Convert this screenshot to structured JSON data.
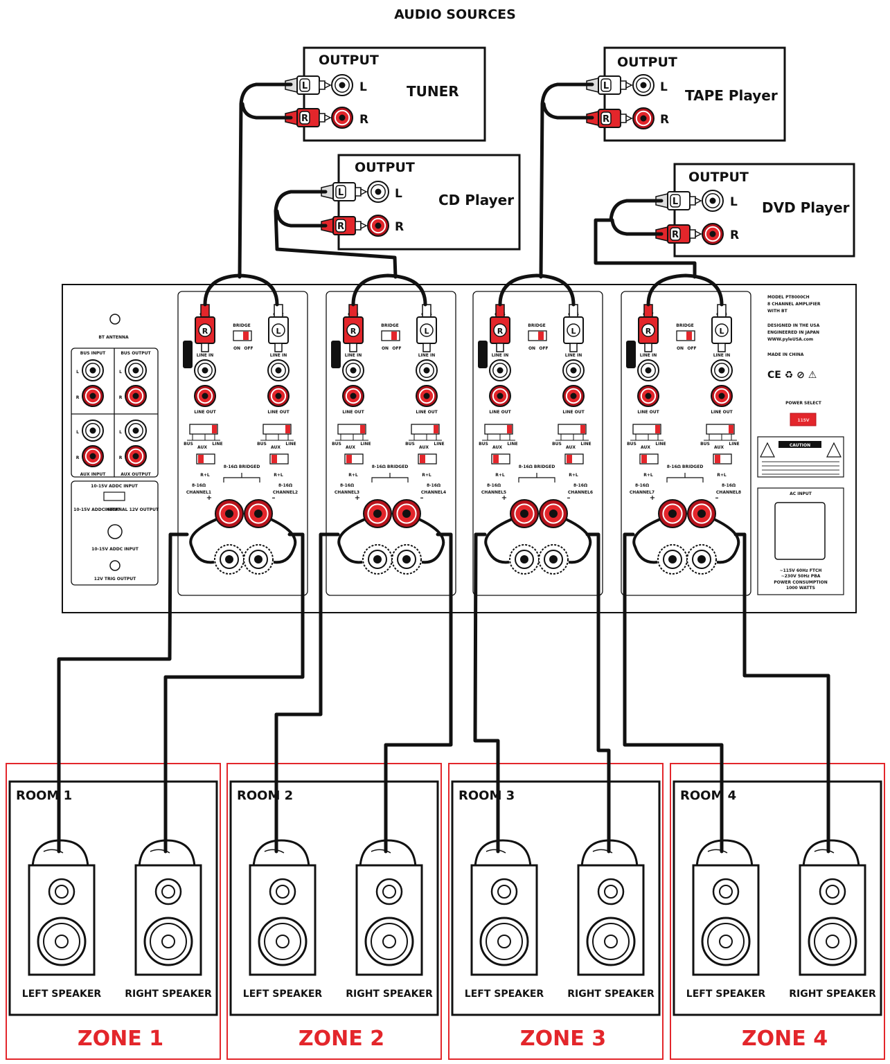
{
  "title": "AUDIO SOURCES",
  "sources": [
    {
      "name": "TUNER",
      "output_label": "OUTPUT",
      "left_label": "L",
      "right_label": "R",
      "plug_left": "L",
      "plug_right": "R"
    },
    {
      "name": "CD Player",
      "output_label": "OUTPUT",
      "left_label": "L",
      "right_label": "R",
      "plug_left": "L",
      "plug_right": "R"
    },
    {
      "name": "TAPE Player",
      "output_label": "OUTPUT",
      "left_label": "L",
      "right_label": "R",
      "plug_left": "L",
      "plug_right": "R"
    },
    {
      "name": "DVD Player",
      "output_label": "OUTPUT",
      "left_label": "L",
      "right_label": "R",
      "plug_left": "L",
      "plug_right": "R"
    }
  ],
  "amplifier": {
    "bt_antenna": "BT ANTENNA",
    "bus_input": "BUS INPUT",
    "bus_output": "BUS OUTPUT",
    "aux_input": "AUX INPUT",
    "aux_output": "AUX OUTPUT",
    "dc_input_top": "10-15V ADDC INPUT",
    "dc_in_left": "10-15V ADDC INPUT",
    "dc_in_right": "INTERNAL 12V OUTPUT",
    "dc_input_bottom": "10-15V ADDC INPUT",
    "trigger_output": "12V TRIG OUTPUT",
    "bridge": "BRIDGE",
    "on": "ON",
    "off": "OFF",
    "line_in": "LINE IN",
    "line_out": "LINE OUT",
    "bridged": "8-16Ω BRIDGED",
    "ohm": "8-16Ω",
    "r_plus_l": "R+L",
    "bus": "BUS",
    "aux": "AUX",
    "line": "LINE",
    "channels": [
      "CH 1",
      "CH 2",
      "CH 3",
      "CH 4",
      "CH 5",
      "CH 6",
      "CH 7",
      "CH 8"
    ],
    "channel_names": [
      "CHANNEL1",
      "CHANNEL2",
      "CHANNEL3",
      "CHANNEL4",
      "CHANNEL5",
      "CHANNEL6",
      "CHANNEL7",
      "CHANNEL8"
    ],
    "model": "MODEL PT8000CH",
    "model_desc": "8 CHANNEL AMPLIFIER",
    "with_bt": "WITH BT",
    "designed": "DESIGNED IN THE USA",
    "engineered": "ENGINEERED IN JAPAN",
    "website": "WWW.pyleUSA.com",
    "made_in": "MADE IN CHINA",
    "cert_marks": "CE ♻ ⊘ ⚠",
    "power_select": "POWER SELECT",
    "power_value": "115V",
    "caution": "CAUTION",
    "ac_input": "AC INPUT",
    "ac_spec1": "~115V 60Hz FTCH",
    "ac_spec2": "~230V 50Hz PBA",
    "ac_spec3": "POWER CONSUMPTION",
    "ac_spec4": "1000 WATTS"
  },
  "rooms": [
    {
      "room": "ROOM 1",
      "zone": "ZONE 1",
      "left": "LEFT SPEAKER",
      "right": "RIGHT SPEAKER"
    },
    {
      "room": "ROOM 2",
      "zone": "ZONE 2",
      "left": "LEFT SPEAKER",
      "right": "RIGHT SPEAKER"
    },
    {
      "room": "ROOM 3",
      "zone": "ZONE 3",
      "left": "LEFT SPEAKER",
      "right": "RIGHT SPEAKER"
    },
    {
      "room": "ROOM 4",
      "zone": "ZONE 4",
      "left": "LEFT SPEAKER",
      "right": "RIGHT SPEAKER"
    }
  ],
  "colors": {
    "red": "#e3262b",
    "dark_red": "#b5121b",
    "black": "#111111"
  }
}
